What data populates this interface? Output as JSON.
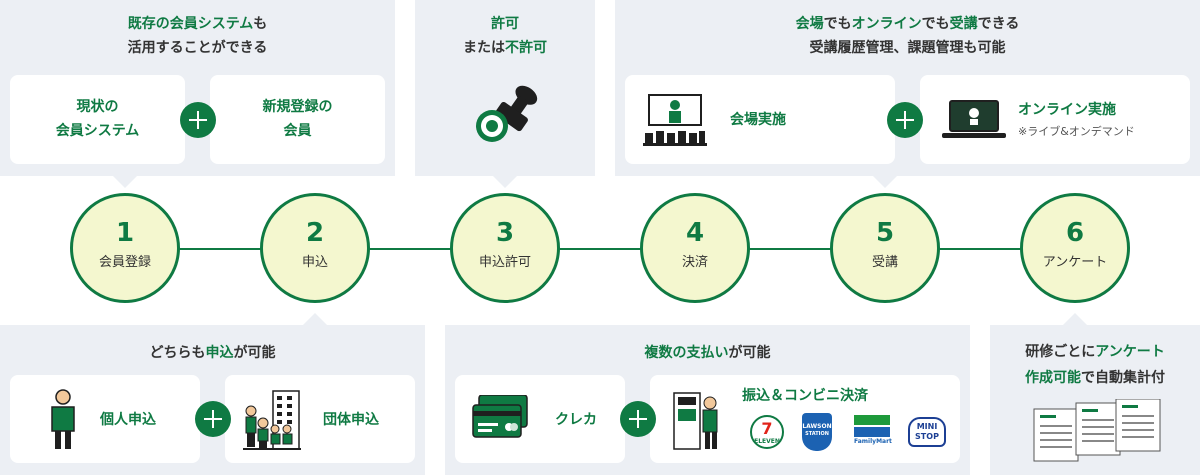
{
  "steps": [
    {
      "num": "1",
      "label": "会員登録"
    },
    {
      "num": "2",
      "label": "申込"
    },
    {
      "num": "3",
      "label": "申込許可"
    },
    {
      "num": "4",
      "label": "決済"
    },
    {
      "num": "5",
      "label": "受講"
    },
    {
      "num": "6",
      "label": "アンケート"
    }
  ],
  "panel1": {
    "line1_a": "既存の会員システム",
    "line1_b": "も",
    "line2": "活用することができる",
    "card1": {
      "line1": "現状の",
      "line2": "会員システム"
    },
    "card2": {
      "line1": "新規登録の",
      "line2": "会員"
    }
  },
  "panel3": {
    "line1": "許可",
    "line2_a": "または",
    "line2_b": "不許可"
  },
  "panel5": {
    "line1_a": "会場",
    "line1_b": "でも",
    "line1_c": "オンライン",
    "line1_d": "でも",
    "line1_e": "受講",
    "line1_f": "できる",
    "line2": "受講履歴管理、課題管理も可能",
    "card1": "会場実施",
    "card2_title": "オンライン実施",
    "card2_note": "※ライブ&オンデマンド"
  },
  "panel2": {
    "title_a": "どちらも",
    "title_b": "申込",
    "title_c": "が可能",
    "card1": "個人申込",
    "card2": "団体申込"
  },
  "panel4": {
    "title_a": "複数の支払い",
    "title_b": "が可能",
    "card1": "クレカ",
    "card2_title": "振込＆コンビニ決済",
    "logos": {
      "seven_label": "7",
      "seven_sub": "ELEVEN",
      "lawson_label": "LAWSON",
      "lawson_sub": "STATION",
      "familymart": "FamilyMart",
      "ministop_1": "MINI",
      "ministop_2": "STOP"
    }
  },
  "panel6": {
    "line1_a": "研修ごとに",
    "line1_b": "アンケート",
    "line2_a": "作成可能",
    "line2_b": "で自動集計付"
  },
  "colors": {
    "accent": "#0f7a43",
    "panel_bg": "#eceff4",
    "step_fill": "#f4f7cf"
  }
}
